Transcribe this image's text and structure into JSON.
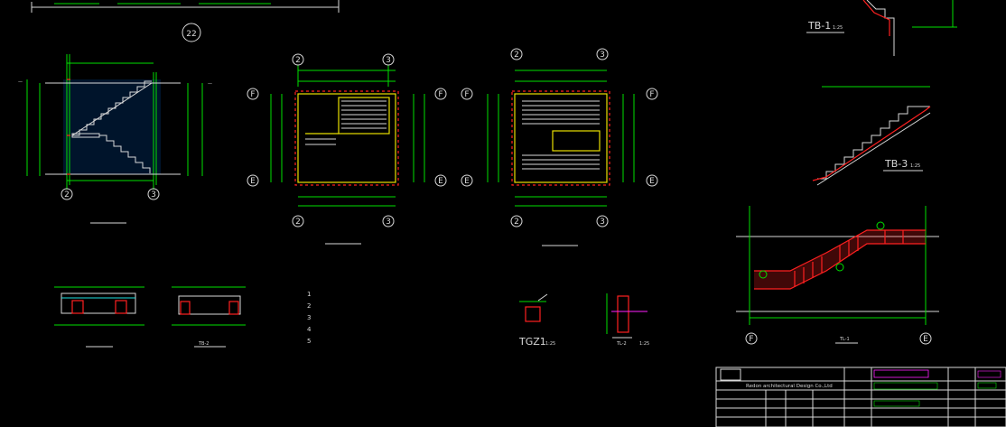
{
  "sheet": {
    "number": "22"
  },
  "views": {
    "section": {
      "title": ""
    },
    "plan2": {
      "title": "",
      "scale": ""
    },
    "plan3": {
      "title": "",
      "scale": ""
    },
    "detail_a": {
      "title": "",
      "scale": ""
    },
    "detail_b": {
      "title": "TB-2",
      "scale": ""
    },
    "tb1": {
      "title": "TB-1",
      "scale": "1:25"
    },
    "tb3": {
      "title": "TB-3",
      "scale": "1:25"
    },
    "tl1": {
      "title": "TL-1",
      "scale": ""
    },
    "gz1": {
      "title": "TGZ1",
      "scale": "1:25"
    },
    "tl2": {
      "title": "TL-2",
      "scale": "1:25"
    }
  },
  "axes": {
    "section": [
      "2",
      "3"
    ],
    "plan2_top": [
      "2",
      "3"
    ],
    "plan2_bottom": [
      "2",
      "3"
    ],
    "plan2_side": [
      "F",
      "E"
    ],
    "plan3_top": [
      "2",
      "3"
    ],
    "plan3_bottom": [
      "2",
      "3"
    ],
    "plan3_side": [
      "F",
      "E"
    ],
    "tl1_bottom": [
      "F",
      "E"
    ]
  },
  "notes": {
    "heading": "",
    "items": [
      "1",
      "2",
      "3",
      "4",
      "5"
    ]
  },
  "titleblock": {
    "company_en": "Redon architectural Design Co.,Ltd",
    "company_cn": ""
  },
  "colors": {
    "background": "#000000",
    "lines": "#00e000",
    "text": "#d8d8d8",
    "concrete": "#ff2020",
    "wall": "#e8e000",
    "accent": "#ff20ff"
  }
}
